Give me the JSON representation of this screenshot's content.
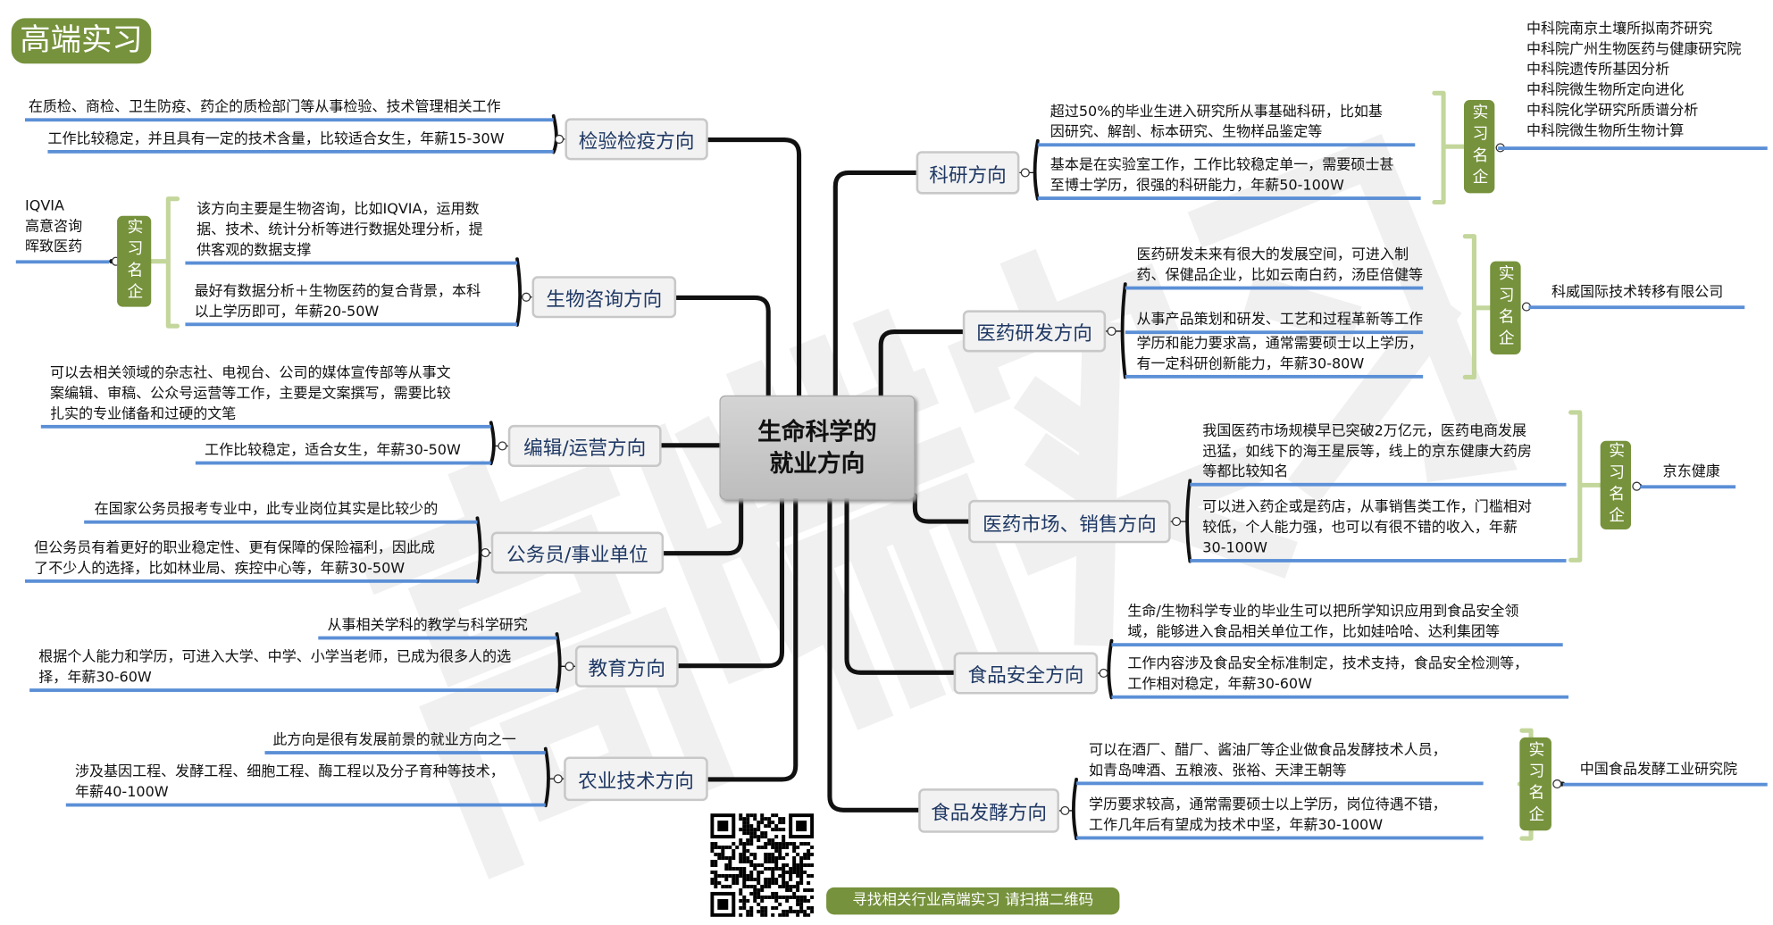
{
  "logo": "高端实习",
  "watermark": "高端实习",
  "center": {
    "line1": "生命科学的",
    "line2": "就业方向"
  },
  "tag_label": "实习名企",
  "branches": [
    {
      "label": "检验检疫方向",
      "notes": [
        [
          "在质检、商检、卫生防疫、药企的质检部门等从事检验、技术管理相关工作"
        ],
        [
          "工作比较稳定，并且具有一定的技术含量，比较适合女生，年薪15-30W"
        ]
      ]
    },
    {
      "label": "生物咨询方向",
      "notes": [
        [
          "该方向主要是生物咨询，比如IQVIA，运用数",
          "据、技术、统计分析等进行数据处理分析，提",
          "供客观的数据支撑"
        ],
        [
          "最好有数据分析＋生物医药的复合背景，本科",
          "以上学历即可，年薪20-50W"
        ]
      ],
      "companies": [
        "IQVIA",
        "高意咨询",
        "晖致医药"
      ]
    },
    {
      "label": "编辑/运营方向",
      "notes": [
        [
          "可以去相关领域的杂志社、电视台、公司的媒体宣传部等从事文",
          "案编辑、审稿、公众号运营等工作，主要是文案撰写，需要比较",
          "扎实的专业储备和过硬的文笔"
        ],
        [
          "工作比较稳定，适合女生，年薪30-50W"
        ]
      ]
    },
    {
      "label": "公务员/事业单位",
      "notes": [
        [
          "在国家公务员报考专业中，此专业岗位其实是比较少的"
        ],
        [
          "但公务员有着更好的职业稳定性、更有保障的保险福利，因此成",
          "了不少人的选择，比如林业局、疾控中心等，年薪30-50W"
        ]
      ]
    },
    {
      "label": "教育方向",
      "notes": [
        [
          "从事相关学科的教学与科学研究"
        ],
        [
          "根据个人能力和学历，可进入大学、中学、小学当老师，已成为很多人的选",
          "择，年薪30-60W"
        ]
      ]
    },
    {
      "label": "农业技术方向",
      "notes": [
        [
          "此方向是很有发展前景的就业方向之一"
        ],
        [
          "涉及基因工程、发酵工程、细胞工程、酶工程以及分子育种等技术，",
          "年薪40-100W"
        ]
      ]
    },
    {
      "label": "科研方向",
      "notes": [
        [
          "超过50%的毕业生进入研究所从事基础科研，比如基",
          "因研究、解剖、标本研究、生物样品鉴定等"
        ],
        [
          "基本是在实验室工作，工作比较稳定单一，需要硕士甚",
          "至博士学历，很强的科研能力，年薪50-100W"
        ]
      ],
      "companies": [
        "中科院南京土壤所拟南芥研究",
        "中科院广州生物医药与健康研究院",
        "中科院遗传所基因分析",
        "中科院微生物所定向进化",
        "中科院化学研究所质谱分析",
        "中科院微生物所生物计算"
      ]
    },
    {
      "label": "医药研发方向",
      "notes": [
        [
          "医药研发未来有很大的发展空间，可进入制",
          "药、保健品企业，比如云南白药，汤臣倍健等"
        ],
        [
          "从事产品策划和研发、工艺和过程革新等工作"
        ],
        [
          "学历和能力要求高，通常需要硕士以上学历，",
          "有一定科研创新能力，年薪30-80W"
        ]
      ],
      "companies": [
        "科威国际技术转移有限公司"
      ]
    },
    {
      "label": "医药市场、销售方向",
      "notes": [
        [
          "我国医药市场规模早已突破2万亿元，医药电商发展",
          "迅猛，如线下的海王星辰等，线上的京东健康大药房",
          "等都比较知名"
        ],
        [
          "可以进入药企或是药店，从事销售类工作，门槛相对",
          "较低，个人能力强，也可以有很不错的收入，年薪",
          "30-100W"
        ]
      ],
      "companies": [
        "京东健康"
      ]
    },
    {
      "label": "食品安全方向",
      "notes": [
        [
          "生命/生物科学专业的毕业生可以把所学知识应用到食品安全领",
          "域，能够进入食品相关单位工作，比如娃哈哈、达利集团等"
        ],
        [
          "工作内容涉及食品安全标准制定，技术支持，食品安全检测等，",
          "工作相对稳定，年薪30-60W"
        ]
      ]
    },
    {
      "label": "食品发酵方向",
      "notes": [
        [
          "可以在酒厂、醋厂、酱油厂等企业做食品发酵技术人员，",
          "如青岛啤酒、五粮液、张裕、天津王朝等"
        ],
        [
          "学历要求较高，通常需要硕士以上学历，岗位待遇不错，",
          "工作几年后有望成为技术中坚，年薪30-100W"
        ]
      ],
      "companies": [
        "中国食品发酵工业研究院"
      ]
    }
  ],
  "cta": "寻找相关行业高端实习 请扫描二维码",
  "colors": {
    "brand_green": "#76923c",
    "bracket_green": "#c3d69b",
    "underline_blue": "#5b8fd6",
    "label_navy": "#1f3864"
  }
}
